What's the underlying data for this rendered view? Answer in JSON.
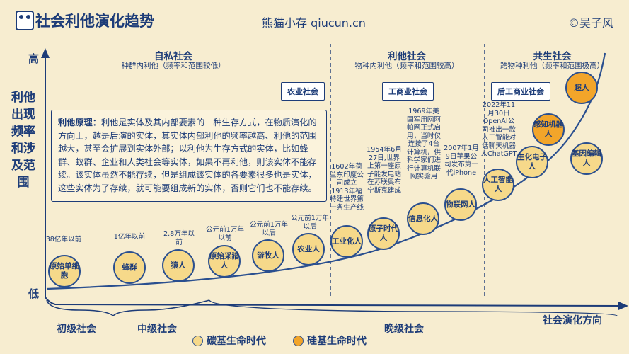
{
  "header": {
    "title": "社会利他演化趋势",
    "site": "熊猫小存 qiucun.cn",
    "copyright": "©吴子风"
  },
  "y_axis": {
    "label": "利他出现频率和涉及范围",
    "high": "高",
    "low": "低"
  },
  "x_axis": {
    "label": "社会演化方向"
  },
  "eras": [
    {
      "title": "自私社会",
      "subtitle": "种群内利他（频率和范围较低）",
      "tag": "农业社会"
    },
    {
      "title": "利他社会",
      "subtitle": "物种内利他（频率和范围较高）",
      "tag": "工商业社会"
    },
    {
      "title": "共生社会",
      "subtitle": "跨物种利他（频率和范围极高）",
      "tag": "后工商业社会"
    }
  ],
  "principle": {
    "label": "利他原理：",
    "text": "利他是实体及其内部要素的一种生存方式，在物质演化的方向上，越是后演的实体，其实体内部利他的频率越高、利他的范围越大，甚至会扩展到实体外部；以利他为生存方式的实体，比如蜂群、蚁群、企业和人类社会等实体，如果不再利他，则该实体不能存续。该实体虽然不能存续，但是组成该实体的各要素很多也是实体，这些实体为了存续，就可能要组成新的实体，否则它们也不能存续。"
  },
  "nodes": [
    {
      "label": "原始单细胞",
      "note": "38亿年以前",
      "kind": "carbon"
    },
    {
      "label": "蜂群",
      "note": "1亿年以前",
      "kind": "carbon"
    },
    {
      "label": "猿人",
      "note": "2.8万年以前",
      "kind": "carbon"
    },
    {
      "label": "原始采猎人",
      "note": "公元前1万年以前",
      "kind": "carbon"
    },
    {
      "label": "游牧人",
      "note": "公元前1万年以后",
      "kind": "carbon"
    },
    {
      "label": "农业人",
      "note": "公元前1万年以后",
      "kind": "carbon"
    },
    {
      "label": "工业化人",
      "note": "1602年荷兰东印度公司成立1913年福特建世界第一条生产线",
      "kind": "carbon"
    },
    {
      "label": "原子时代人",
      "note": "1954年6月27日,世界上第一座原子能发电站在苏联奥布宁斯克建成",
      "kind": "carbon"
    },
    {
      "label": "信息化人",
      "note": "1969年美国军用网阿帕网正式启用，当时仅连接了4台计算机，供科学家们进行计算机联网实验用",
      "kind": "carbon"
    },
    {
      "label": "物联网人",
      "note": "2007年1月9日苹果公司发布第一代iPhone",
      "kind": "carbon"
    },
    {
      "label": "人工智能人",
      "note": "2022年11月30日OpenAI公司推出一款人工智能对话聊天机器人ChatGPT",
      "kind": "carbon"
    },
    {
      "label": "生化电子人",
      "note": "",
      "kind": "carbon"
    },
    {
      "label": "感知机器人",
      "note": "",
      "kind": "silicon"
    },
    {
      "label": "基因编辑人",
      "note": "",
      "kind": "carbon"
    },
    {
      "label": "超人",
      "note": "",
      "kind": "silicon"
    }
  ],
  "stages": [
    "初级社会",
    "中级社会",
    "晚级社会"
  ],
  "legend": [
    {
      "label": "碳基生命时代",
      "color": "#f6d98a"
    },
    {
      "label": "硅基生命时代",
      "color": "#f2a52a"
    }
  ],
  "colors": {
    "background": "#f7edd0",
    "ink": "#1d3c78",
    "carbon": "#f6d98a",
    "silicon": "#f2a52a"
  }
}
